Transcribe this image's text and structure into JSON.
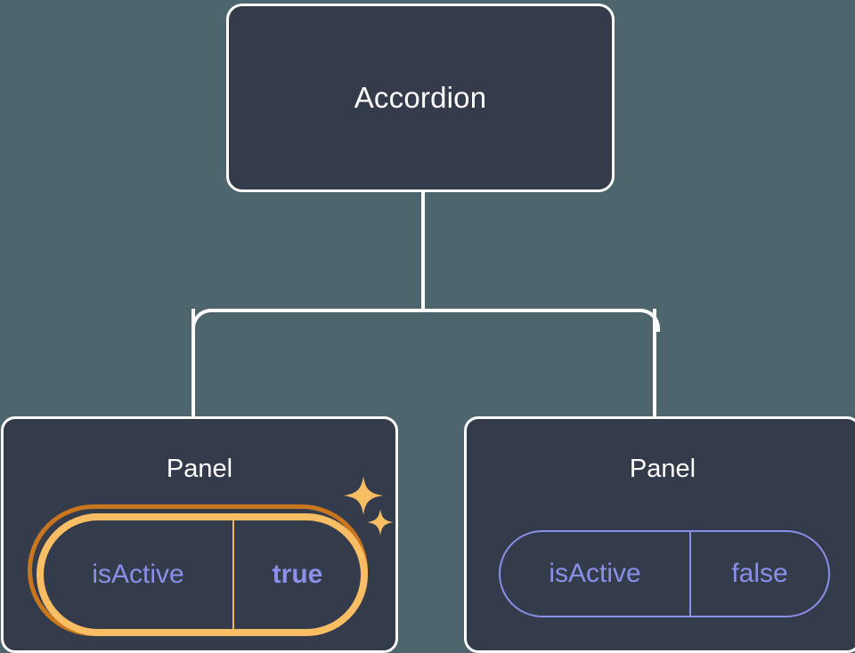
{
  "diagram": {
    "type": "component-tree",
    "background_color": "#4d666e",
    "node_fill_color": "#343c4c",
    "node_border_color": "#ffffff",
    "accent_color": "#8a8fe8",
    "highlight_outer_color": "#c9761f",
    "highlight_inner_color": "#f9be64",
    "root": {
      "title": "Accordion"
    },
    "children": [
      {
        "title": "Panel",
        "highlighted": true,
        "prop": {
          "key": "isActive",
          "value": "true"
        },
        "sparkles": [
          {
            "name": "sparkle-large-icon"
          },
          {
            "name": "sparkle-small-icon"
          }
        ]
      },
      {
        "title": "Panel",
        "highlighted": false,
        "prop": {
          "key": "isActive",
          "value": "false"
        }
      }
    ]
  }
}
